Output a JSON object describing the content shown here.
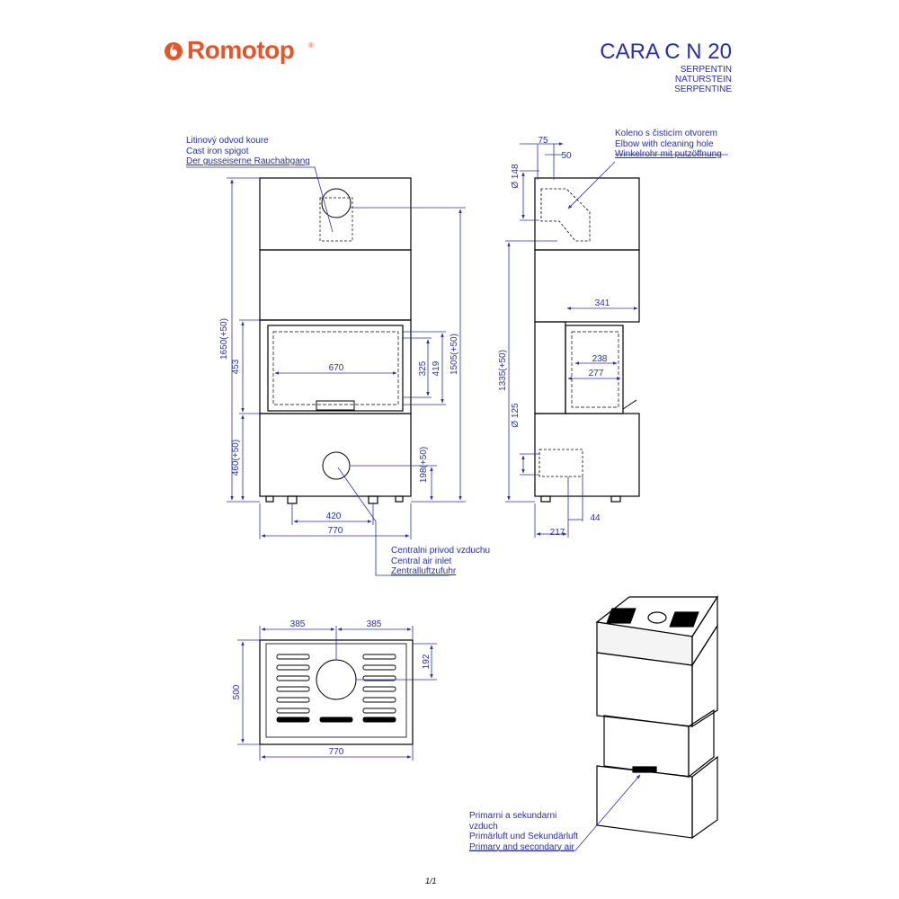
{
  "brand": {
    "name": "Romotop",
    "reg_mark": "®",
    "accent_color": "#e3562b",
    "logo_icon": "flame-drop-icon"
  },
  "title": {
    "model": "CARA C N 20",
    "variants": [
      "SERPENTIN",
      "NATURSTEIN",
      "SERPENTINE"
    ]
  },
  "callouts": {
    "spigot": [
      "Litinový odvod koure",
      "Cast iron spigot",
      "Der gusseiserne Rauchabgang"
    ],
    "elbow": [
      "Koleno s čisticím otvorem",
      "Elbow with cleaning hole",
      "Winkelrohr mit putzöffnung"
    ],
    "central_air": [
      "Centralni privod vzduchu",
      "Central air inlet",
      "Zentralluftzufuhr"
    ],
    "primary_air": [
      "Primarni a sekundarni",
      "vzduch",
      "Primärluft und Sekundärluft",
      "Primary and secondary air"
    ]
  },
  "dimensions": {
    "front": {
      "total_height": "1650(+50)",
      "door_height": "453",
      "base_height": "460(+50)",
      "spigot_height": "1505(+50)",
      "glass_height_outer": "419",
      "glass_height_inner": "325",
      "air_inlet_height": "198(+50)",
      "glass_width": "670",
      "feet_spacing": "420",
      "total_width": "770"
    },
    "side": {
      "spigot_offset": "75",
      "spigot_wall": "50",
      "spigot_diameter": "Ø 148",
      "connection_height": "1335(+50)",
      "inlet_diameter": "Ø 125",
      "top_depth": "341",
      "glass_outer": "238",
      "glass_inner": "277",
      "inlet_offset": "217",
      "inlet_wall": "44"
    },
    "top": {
      "half_left": "385",
      "half_right": "385",
      "depth": "500",
      "spigot_offset": "192",
      "total_width": "770"
    }
  },
  "colors": {
    "dimension_lines": "#2a2fa8",
    "outline": "#000000"
  },
  "page": {
    "number": "1/1"
  }
}
